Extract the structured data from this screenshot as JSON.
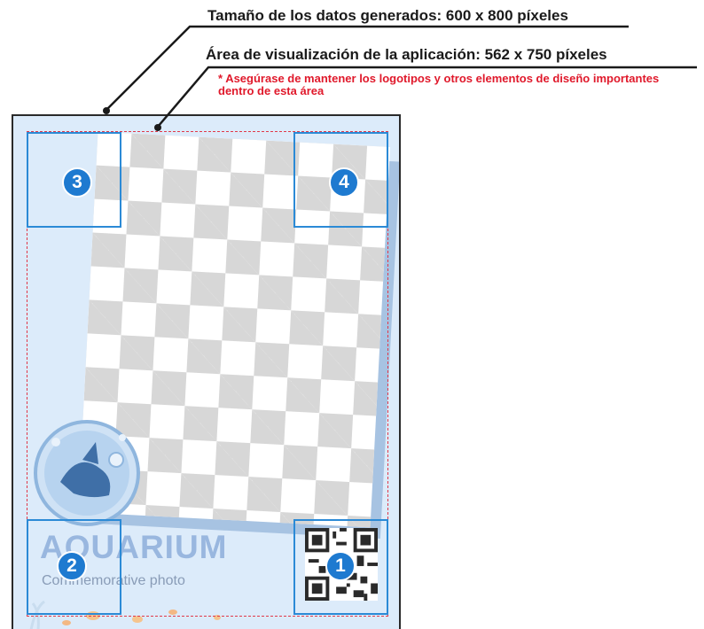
{
  "labels": {
    "data_size": "Tamaño de los datos generados: 600 x 800 píxeles",
    "display_area": "Área de visualización de la aplicación: 562 x 750 píxeles",
    "note": "* Asegúrase de mantener los logotipos y otros elementos de diseño importantes dentro de esta área"
  },
  "template": {
    "brand": "AQUARIUM",
    "subtitle": "Commemorative photo"
  },
  "zones": [
    {
      "id": "1",
      "label": "1"
    },
    {
      "id": "2",
      "label": "2"
    },
    {
      "id": "3",
      "label": "3"
    },
    {
      "id": "4",
      "label": "4"
    }
  ],
  "colors": {
    "zone_border": "#2b8ad6",
    "zone_badge": "#1e7ad0",
    "safe_area_dash": "#e0394a",
    "note_text": "#e0192b",
    "frame_bg": "#dcebfa"
  }
}
